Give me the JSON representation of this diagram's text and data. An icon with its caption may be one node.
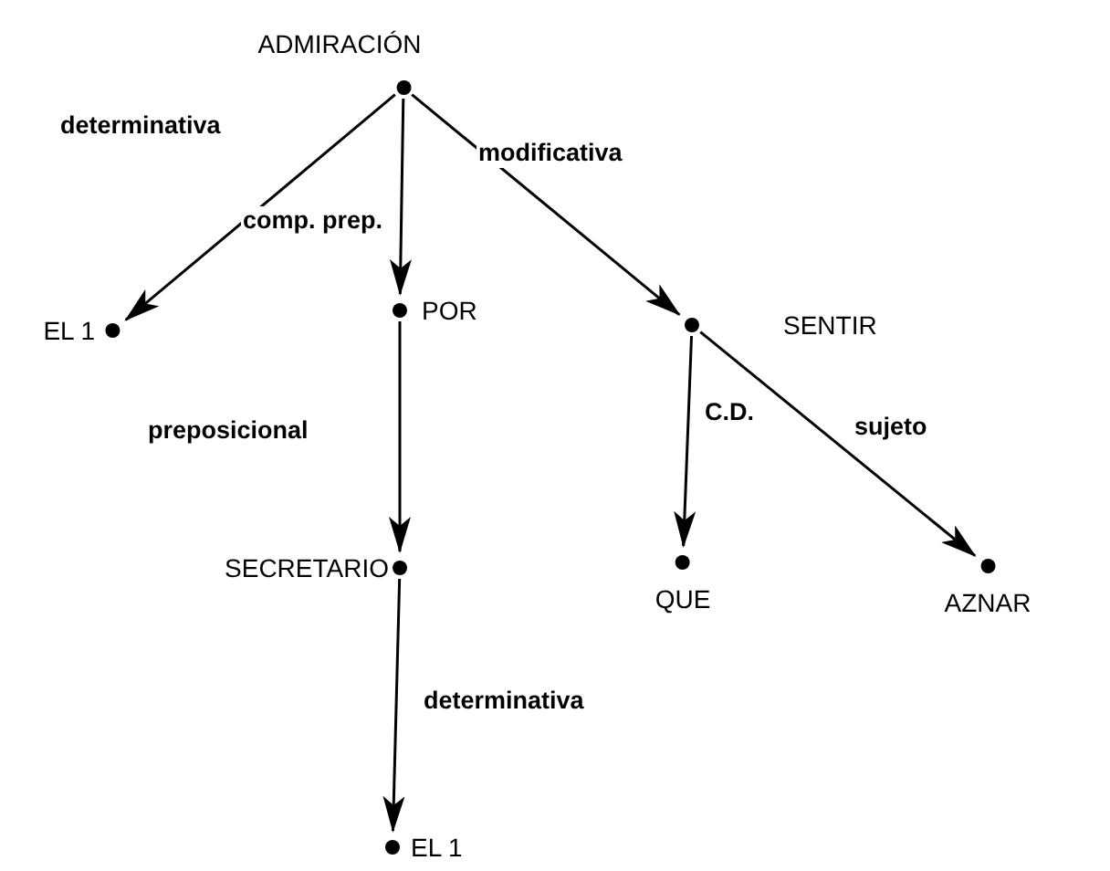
{
  "diagram": {
    "nodes": [
      {
        "text": [
          "ADMIRACIÓN"
        ]
      },
      {
        "text": [
          "EL 1"
        ]
      },
      {
        "text": [
          "POR"
        ]
      },
      {
        "text": [
          "SENTIR"
        ]
      },
      {
        "text": [
          "SECRETARIO"
        ]
      },
      {
        "text": [
          "QUE"
        ]
      },
      {
        "text": [
          "AZNAR"
        ]
      },
      {
        "text": [
          "EL 1"
        ]
      }
    ],
    "edges": [
      {
        "from": 0,
        "to": 1,
        "arrow": "to",
        "label": "determinativa"
      },
      {
        "from": 0,
        "to": 2,
        "arrow": "to",
        "label": "comp. prep."
      },
      {
        "from": 0,
        "to": 3,
        "arrow": "to",
        "label": "modificativa"
      },
      {
        "from": 2,
        "to": 4,
        "arrow": "to",
        "label": "preposicional"
      },
      {
        "from": 3,
        "to": 5,
        "arrow": "to",
        "label": "C.D."
      },
      {
        "from": 3,
        "to": 6,
        "arrow": "to",
        "label": "sujeto"
      },
      {
        "from": 4,
        "to": 7,
        "arrow": "to",
        "label": "determinativa"
      }
    ]
  }
}
